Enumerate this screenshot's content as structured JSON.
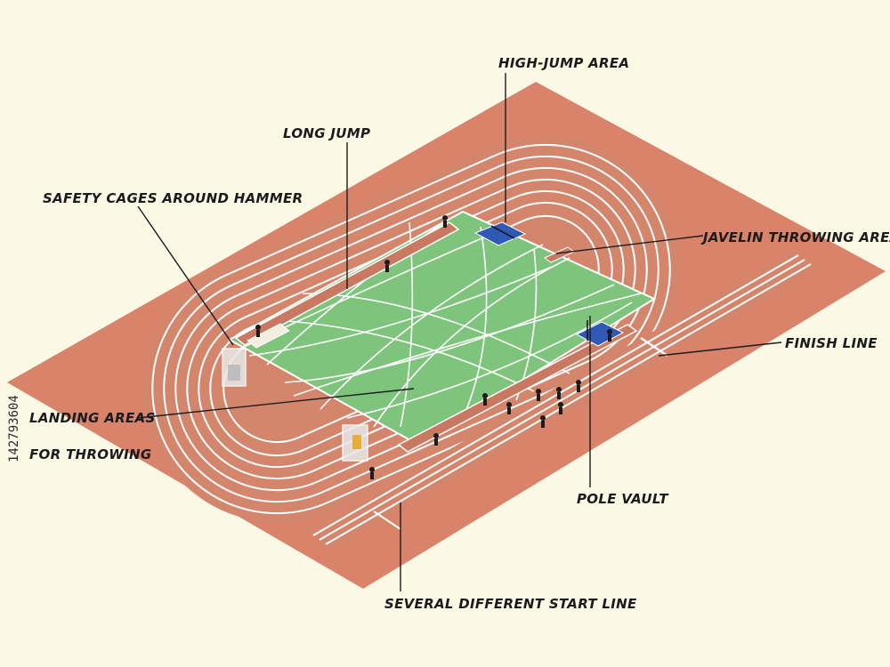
{
  "labels": {
    "high_jump": "HIGH-JUMP AREA",
    "long_jump": "LONG JUMP",
    "safety_cages": "SAFETY CAGES AROUND HAMMER",
    "javelin": "JAVELIN THROWING AREA",
    "finish_line": "FINISH LINE",
    "landing_areas_line1": "LANDING AREAS",
    "landing_areas_line2": "FOR THROWING",
    "pole_vault": "POLE VAULT",
    "start_line": "SEVERAL DIFFERENT START LINE"
  },
  "stock_id": "142793604",
  "colors": {
    "background": "#fbf8e6",
    "ground": "#d9836b",
    "track": "#d4866d",
    "field": "#7ec47c",
    "mat": "#2f59b4",
    "lines": "#ffffff"
  }
}
